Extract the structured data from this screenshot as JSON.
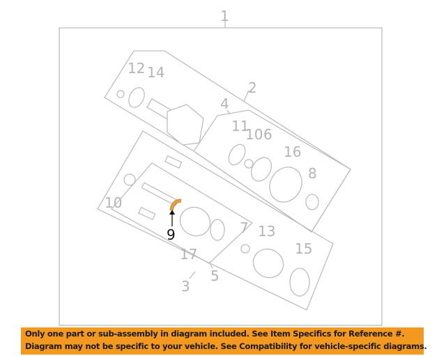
{
  "diagram": {
    "callouts": [
      "1",
      "2",
      "3",
      "4",
      "5",
      "6",
      "7",
      "8",
      "9",
      "10",
      "10",
      "11",
      "12",
      "13",
      "14",
      "15",
      "16",
      "17"
    ],
    "highlighted_part": "9",
    "highlight_color": "#e8a040"
  },
  "banner": {
    "line1": "Only one part or sub-assembly in diagram included. See Item Specifics for Reference #.",
    "line2": "Diagram may not be specific to your vehicle. See Compatibility for vehicle-specific diagrams.",
    "background": "#f4991f"
  }
}
